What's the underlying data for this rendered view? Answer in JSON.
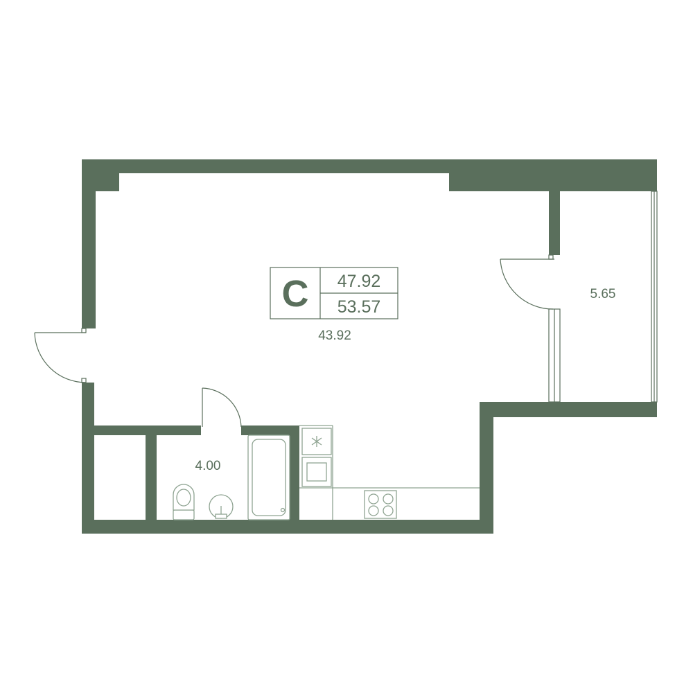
{
  "plan": {
    "unit_type": "C",
    "area_total": "47.92",
    "area_with_balcony": "53.57",
    "rooms": {
      "living": "43.92",
      "bathroom": "4.00",
      "balcony": "5.65"
    }
  },
  "colors": {
    "wall": "#5a6f5c",
    "fixture_line": "#8ea391",
    "background": "#ffffff"
  }
}
